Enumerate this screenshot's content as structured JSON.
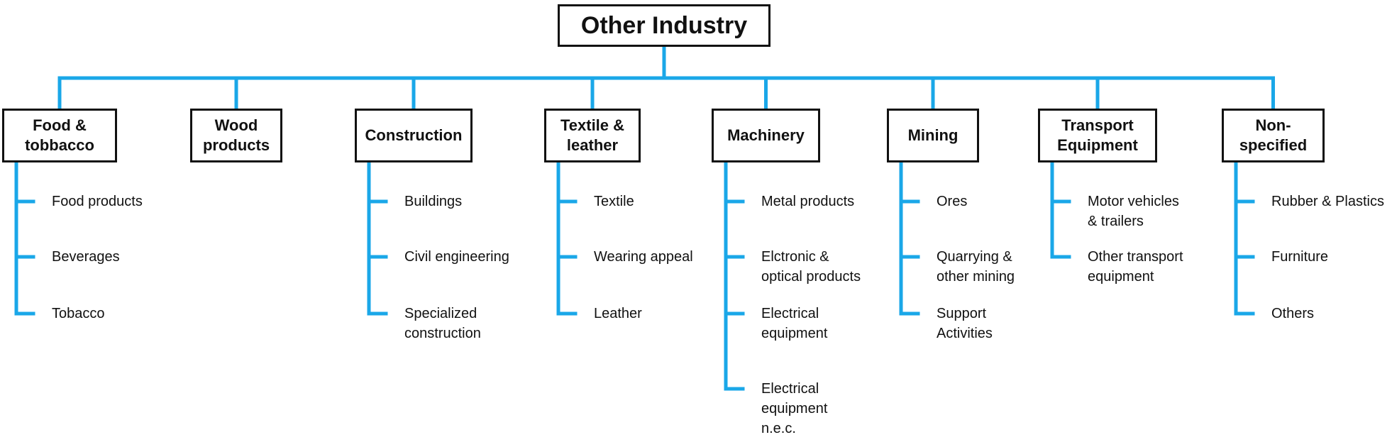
{
  "root": {
    "label": "Other Industry"
  },
  "colors": {
    "connector": "#1aa7e8",
    "box_border": "#111111",
    "text": "#111111"
  },
  "categories": [
    {
      "label": "Food &\ntobbacco",
      "children": [
        "Food products",
        "Beverages",
        "Tobacco"
      ]
    },
    {
      "label": "Wood\nproducts",
      "children": []
    },
    {
      "label": "Construction",
      "children": [
        "Buildings",
        "Civil engineering",
        "Specialized\nconstruction"
      ]
    },
    {
      "label": "Textile &\nleather",
      "children": [
        "Textile",
        "Wearing appeal",
        "Leather"
      ]
    },
    {
      "label": "Machinery",
      "children": [
        "Metal products",
        "Elctronic &\noptical products",
        "Electrical\nequipment",
        "Electrical\nequipment\nn.e.c."
      ]
    },
    {
      "label": "Mining",
      "children": [
        "Ores",
        "Quarrying &\nother mining",
        "Support\nActivities"
      ]
    },
    {
      "label": "Transport\nEquipment",
      "children": [
        "Motor vehicles\n& trailers",
        "Other transport\nequipment"
      ]
    },
    {
      "label": "Non-\nspecified",
      "children": [
        "Rubber & Plastics",
        "Furniture",
        "Others"
      ]
    }
  ]
}
